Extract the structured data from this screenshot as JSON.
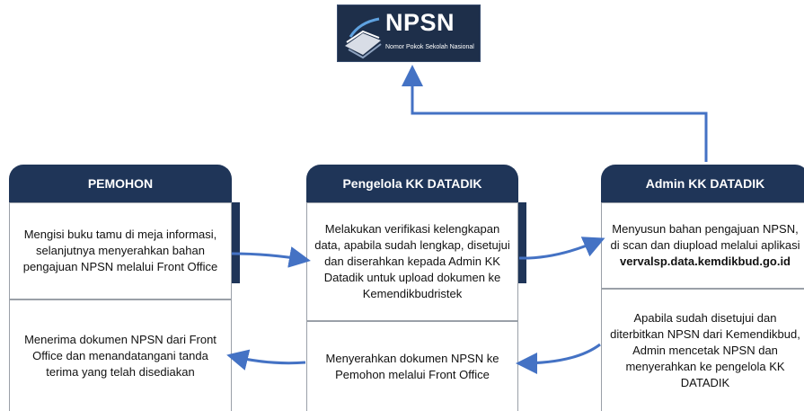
{
  "logo": {
    "brand": "NPSN",
    "subtitle": "Nomor Pokok Sekolah Nasional"
  },
  "columns": {
    "pemohon": {
      "title": "PEMOHON",
      "step1": "Mengisi buku tamu di meja informasi, selanjutnya menyerahkan bahan pengajuan NPSN melalui Front Office",
      "step2": "Menerima dokumen NPSN dari Front Office dan menandatangani tanda terima yang telah disediakan"
    },
    "pengelola": {
      "title": "Pengelola KK DATADIK",
      "step1": "Melakukan verifikasi kelengkapan data, apabila sudah lengkap, disetujui dan diserahkan kepada Admin KK Datadik untuk upload dokumen ke Kemendikbudristek",
      "step2": "Menyerahkan dokumen NPSN ke Pemohon melalui Front Office"
    },
    "admin": {
      "title": "Admin KK DATADIK",
      "step1": "Menyusun bahan pengajuan NPSN, di scan dan diupload melalui aplikasi",
      "step1_url": "vervalsp.data.kemdikbud.go.id",
      "step2": "Apabila sudah disetujui dan diterbitkan NPSN dari Kemendikbud, Admin mencetak NPSN dan menyerahkan ke pengelola KK DATADIK"
    }
  },
  "colors": {
    "header": "#1f3558",
    "arrow": "#4472c4",
    "logo_bg": "#1e2f4a"
  }
}
